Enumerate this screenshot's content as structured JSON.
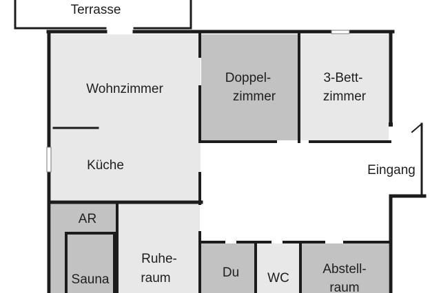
{
  "colors": {
    "wall": "#1c1c1c",
    "light_room": "#e8e8e8",
    "medium_room": "#d4d4d4",
    "dark_room": "#c2c2c2",
    "background": "#ffffff"
  },
  "rooms": {
    "terrasse": "Terrasse",
    "wohnzimmer": "Wohnzimmer",
    "doppelzimmer_line1": "Doppel-",
    "doppelzimmer_line2": "zimmer",
    "bettzimmer_line1": "3-Bett-",
    "bettzimmer_line2": "zimmer",
    "kueche": "Küche",
    "eingang": "Eingang",
    "ar": "AR",
    "sauna": "Sauna",
    "ruheraum_line1": "Ruhe-",
    "ruheraum_line2": "raum",
    "du": "Du",
    "wc": "WC",
    "abstellraum_line1": "Abstell-",
    "abstellraum_line2": "raum"
  }
}
